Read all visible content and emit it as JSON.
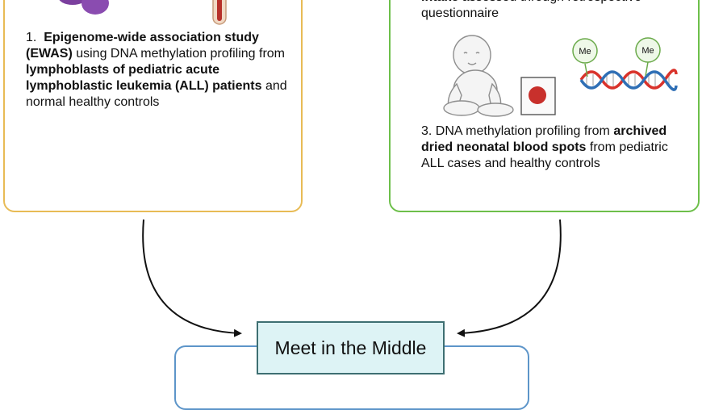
{
  "step1": {
    "number": "1.",
    "bold1": "Epigenome-wide association study (EWAS)",
    "text1": " using DNA methylation profiling from ",
    "bold2": "lymphoblasts of pediatric acute lymphoblastic leukemia (ALL) patients",
    "text2": " and normal healthy controls"
  },
  "step2": {
    "bold": "intake",
    "text": " assessed through retrospective questionnaire"
  },
  "step3": {
    "number": "3.",
    "text1": "DNA methylation profiling from ",
    "bold": "archived dried neonatal blood spots",
    "text2": " from pediatric ALL cases and healthy controls"
  },
  "methyl_tag_1": "Me",
  "methyl_tag_2": "Me",
  "center_box": "Meet in the Middle",
  "colors": {
    "left_border": "#e8bb55",
    "right_border": "#6dbf4a",
    "bottom_border": "#5d95c9",
    "center_fill": "#ddf3f5",
    "dna_red": "#d9332b",
    "dna_blue": "#2f6fb5"
  }
}
